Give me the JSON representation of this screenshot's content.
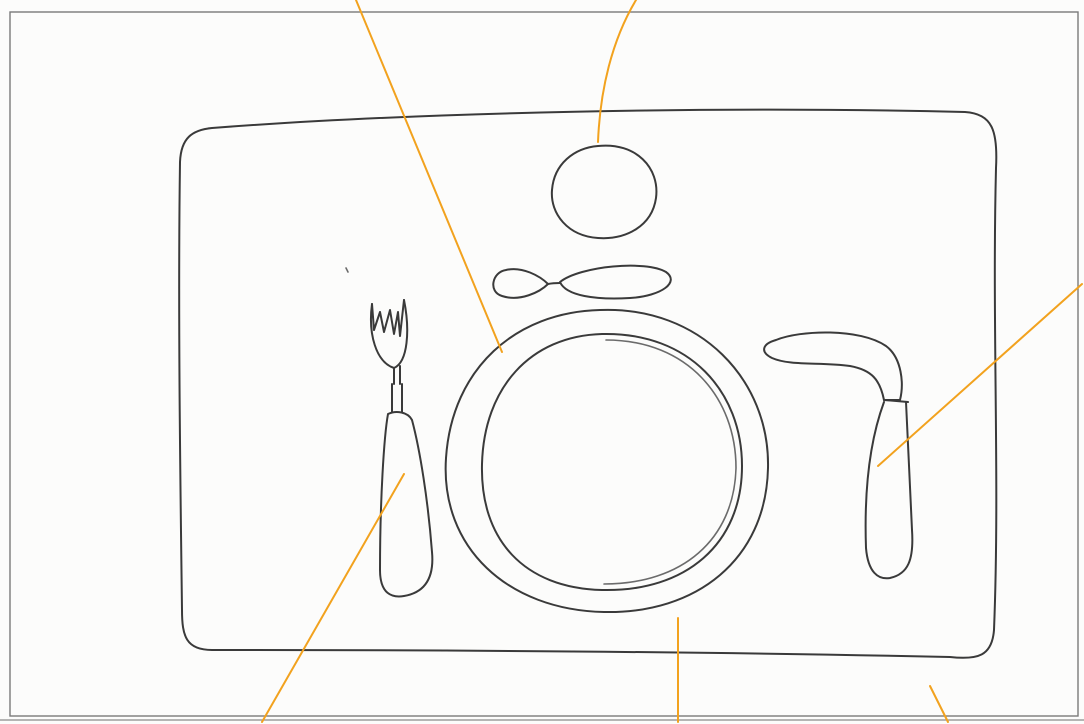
{
  "diagram": {
    "style": "pencil-sketch",
    "callout_color": "#f2a21e",
    "stroke_color": "#3a3a3a",
    "paper_color": "#fcfcfb",
    "objects": [
      {
        "id": "placemat",
        "shape": "rounded-rectangle"
      },
      {
        "id": "plate",
        "shape": "double-circle"
      },
      {
        "id": "fork",
        "shape": "fork"
      },
      {
        "id": "knife",
        "shape": "knife"
      },
      {
        "id": "spoon",
        "shape": "spoon"
      },
      {
        "id": "cup",
        "shape": "circle"
      }
    ],
    "callouts": [
      {
        "id": "plate-rim-callout",
        "target": "plate"
      },
      {
        "id": "cup-callout",
        "target": "cup"
      },
      {
        "id": "knife-callout",
        "target": "knife"
      },
      {
        "id": "fork-callout",
        "target": "fork"
      },
      {
        "id": "plate-bottom-callout",
        "target": "plate"
      },
      {
        "id": "placemat-callout",
        "target": "placemat"
      }
    ]
  }
}
